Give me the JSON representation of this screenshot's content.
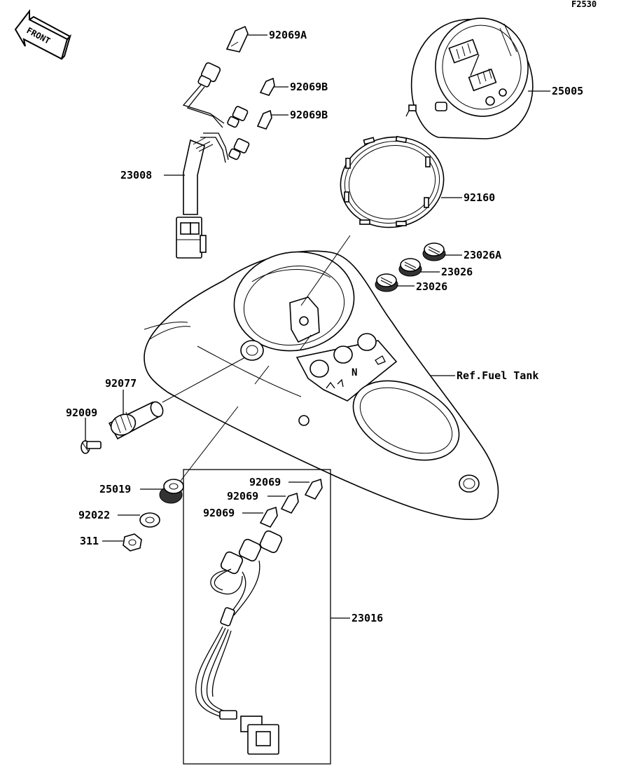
{
  "diagram": {
    "code": "F2530",
    "front_label": "FRONT",
    "labels": {
      "p92069A": "92069A",
      "p92069B_1": "92069B",
      "p92069B_2": "92069B",
      "p25005": "25005",
      "p23008": "23008",
      "p92160": "92160",
      "p23026A": "23026A",
      "p23026_1": "23026",
      "p23026_2": "23026",
      "ref_fuel_tank": "Ref.Fuel Tank",
      "p92077": "92077",
      "p92009": "92009",
      "p25019": "25019",
      "p92022": "92022",
      "p311": "311",
      "p92069_1": "92069",
      "p92069_2": "92069",
      "p92069_3": "92069",
      "p23016": "23016"
    }
  }
}
